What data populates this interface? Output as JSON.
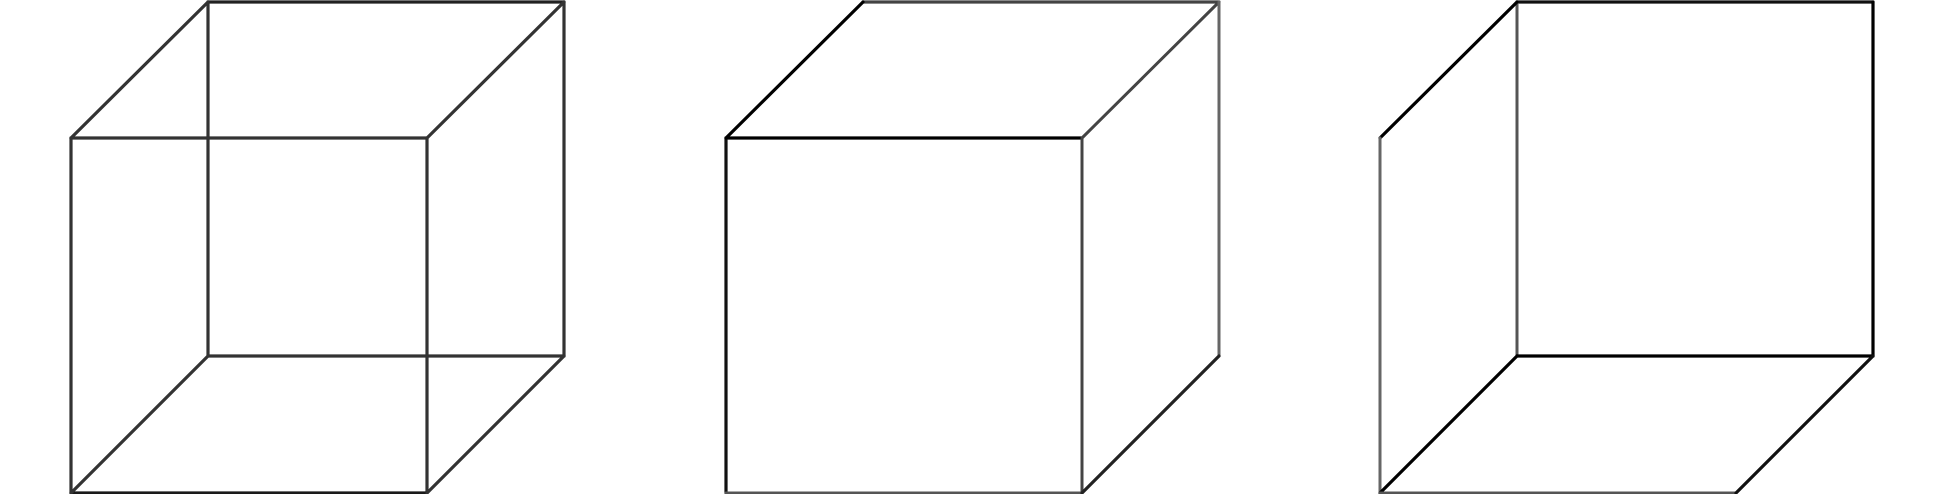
{
  "figures": [
    {
      "name": "wireframe-cube",
      "description_visible": false,
      "colors": {
        "primary": "#333333",
        "dark": "#1a1a1a"
      }
    },
    {
      "name": "solid-cube-top-right-view",
      "colors": {
        "primary": "#000000",
        "light": "#555555"
      }
    },
    {
      "name": "solid-cube-bottom-left-view",
      "colors": {
        "primary": "#000000",
        "light": "#555555"
      }
    }
  ],
  "background": "#ffffff"
}
